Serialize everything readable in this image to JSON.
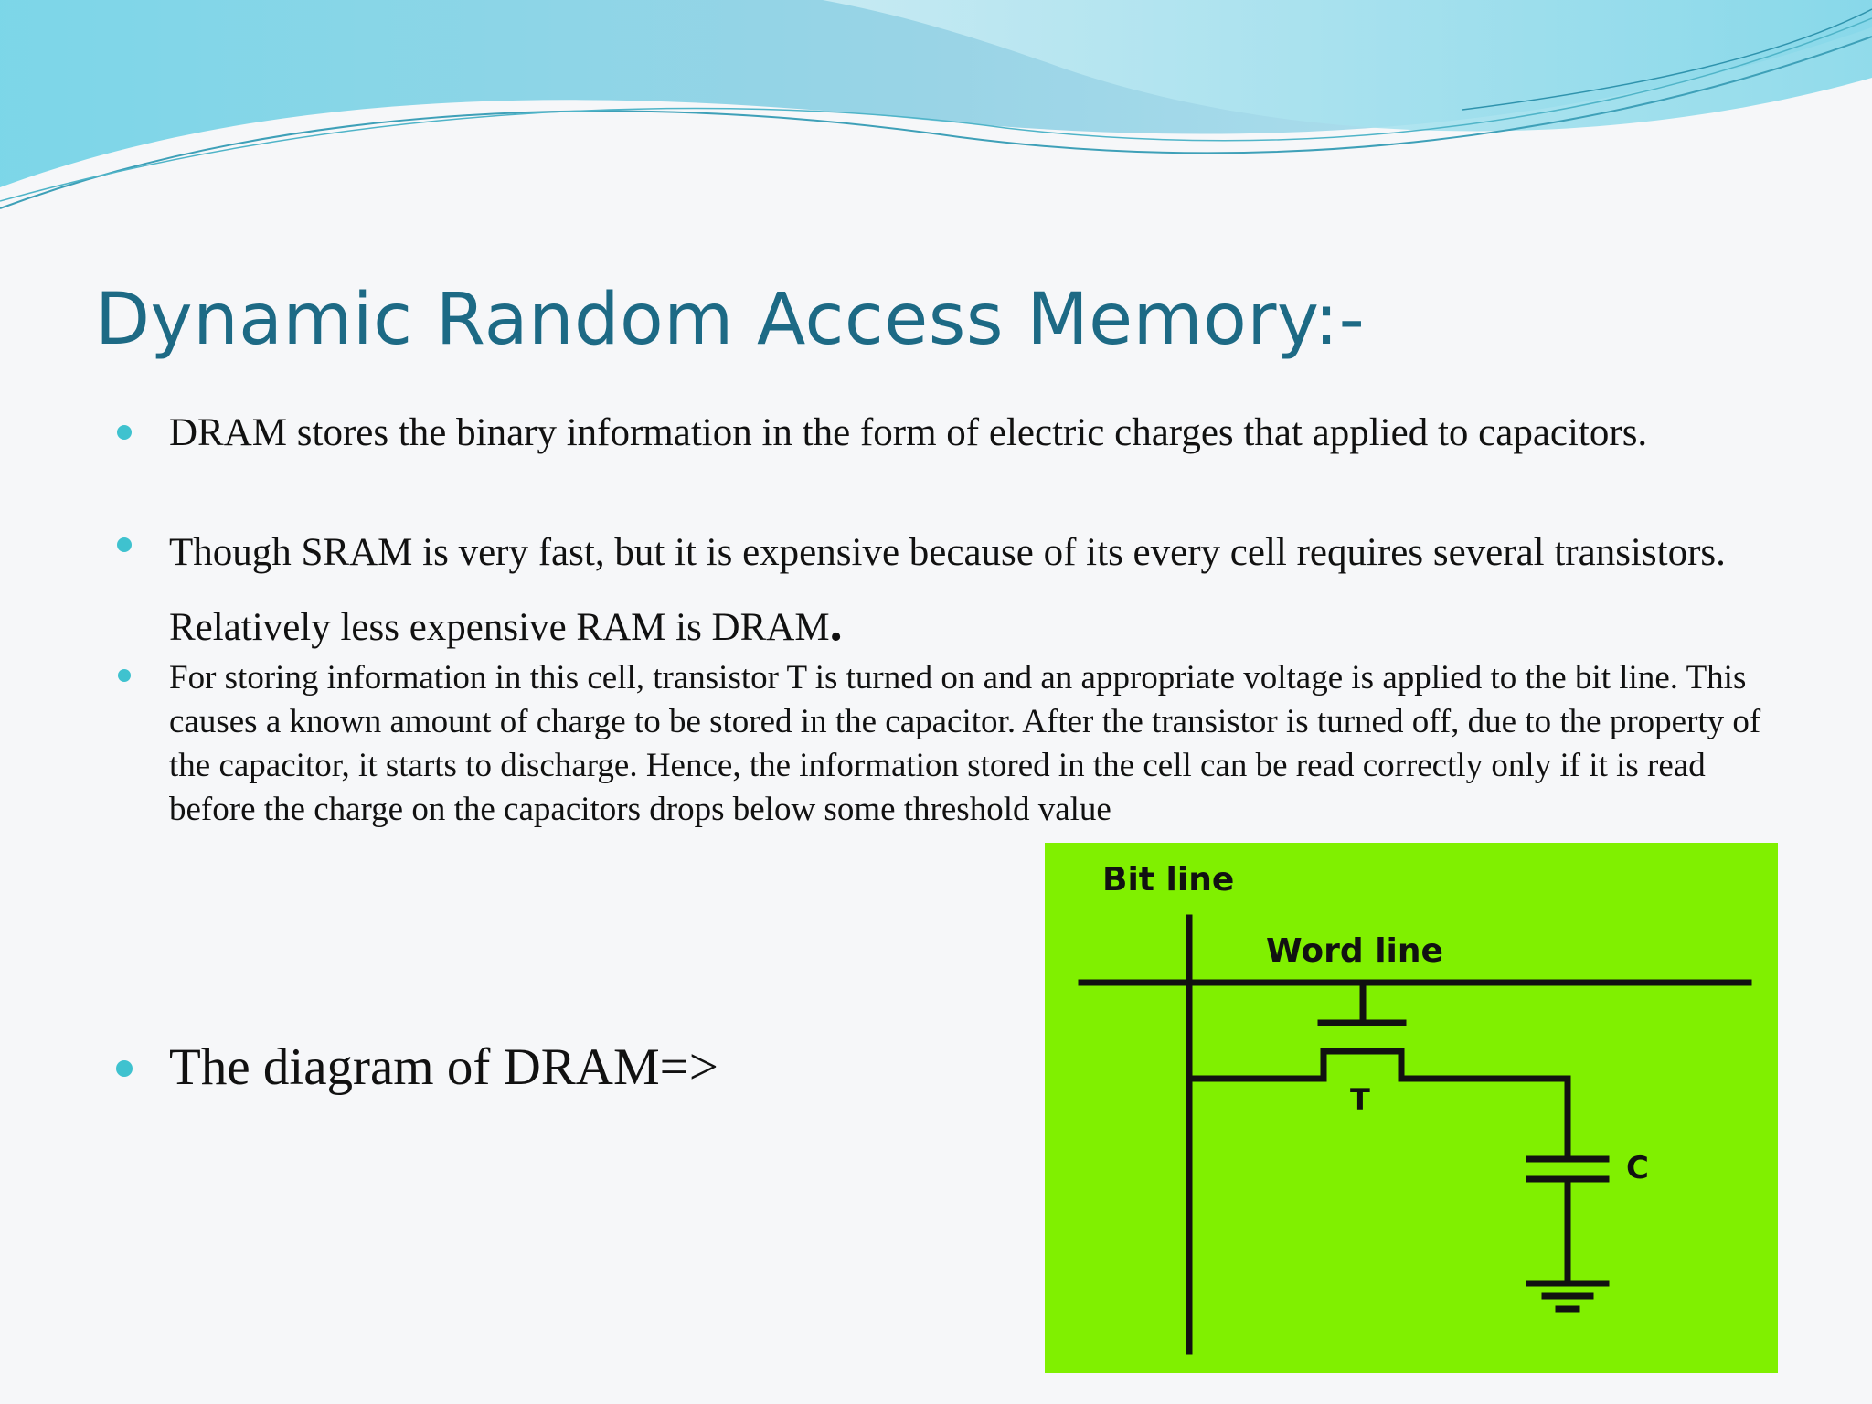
{
  "slide": {
    "title": "Dynamic Random Access Memory:-",
    "bullets": {
      "b1": "DRAM stores the binary information in the form of electric charges that applied to capacitors.",
      "b2": "Though SRAM is very fast, but it is expensive because of its every cell requires several transistors. Relatively less expensive RAM is DRAM",
      "b2_end": ".",
      "b3": "For storing information in this cell, transistor T is turned on and an appropriate voltage is applied to the bit line. This causes a known amount of charge to be stored in the capacitor. After the transistor is turned off, due to the property of the capacitor, it starts to discharge. Hence, the information stored in the cell can be read correctly only if it is read before the charge on the capacitors drops below some threshold value",
      "b4": "The diagram of DRAM=>"
    }
  },
  "diagram": {
    "bit_line_label": "Bit line",
    "word_line_label": "Word line",
    "transistor_label": "T",
    "capacitor_label": "C",
    "background_color": "#80f000"
  },
  "colors": {
    "title": "#1d6a85",
    "bullet_dot": "#3fc2cf",
    "wave_accent": "#5ec9dd"
  }
}
